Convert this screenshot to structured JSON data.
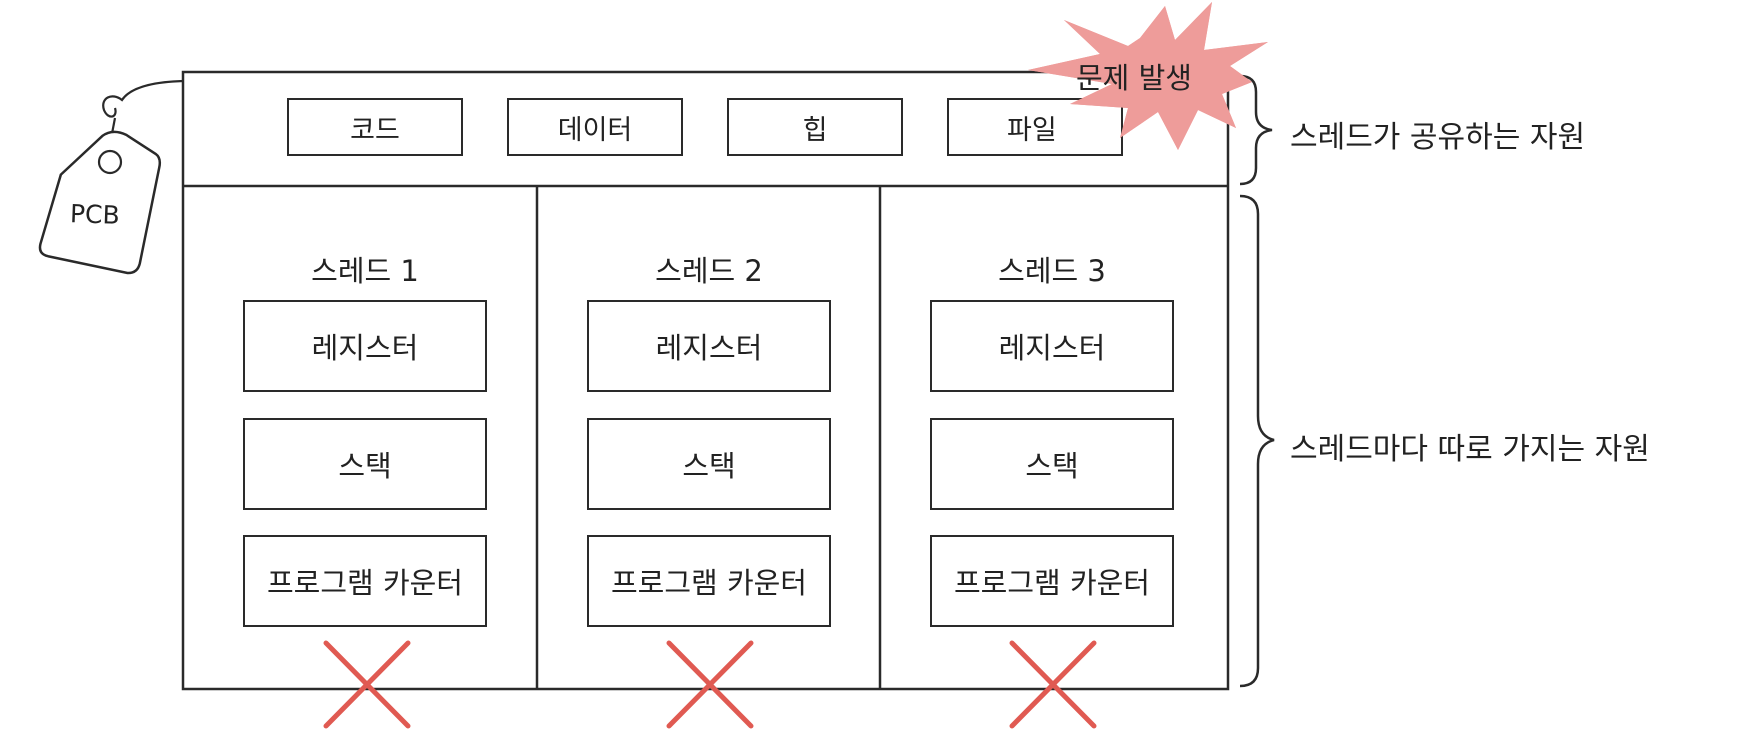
{
  "tag": {
    "label": "PCB"
  },
  "problem": {
    "label": "문제 발생"
  },
  "shared": {
    "items": [
      "코드",
      "데이터",
      "힙",
      "파일"
    ],
    "brace_label": "스레드가 공유하는 자원"
  },
  "threads": [
    {
      "title": "스레드 1",
      "resources": [
        "레지스터",
        "스택",
        "프로그램 카운터"
      ]
    },
    {
      "title": "스레드 2",
      "resources": [
        "레지스터",
        "스택",
        "프로그램 카운터"
      ]
    },
    {
      "title": "스레드 3",
      "resources": [
        "레지스터",
        "스택",
        "프로그램 카운터"
      ]
    }
  ],
  "per_thread": {
    "brace_label": "스레드마다 따로 가지는 자원"
  },
  "colors": {
    "burst": "#ee9c9a",
    "cross": "#e05a52",
    "line": "#2a2a2a"
  }
}
